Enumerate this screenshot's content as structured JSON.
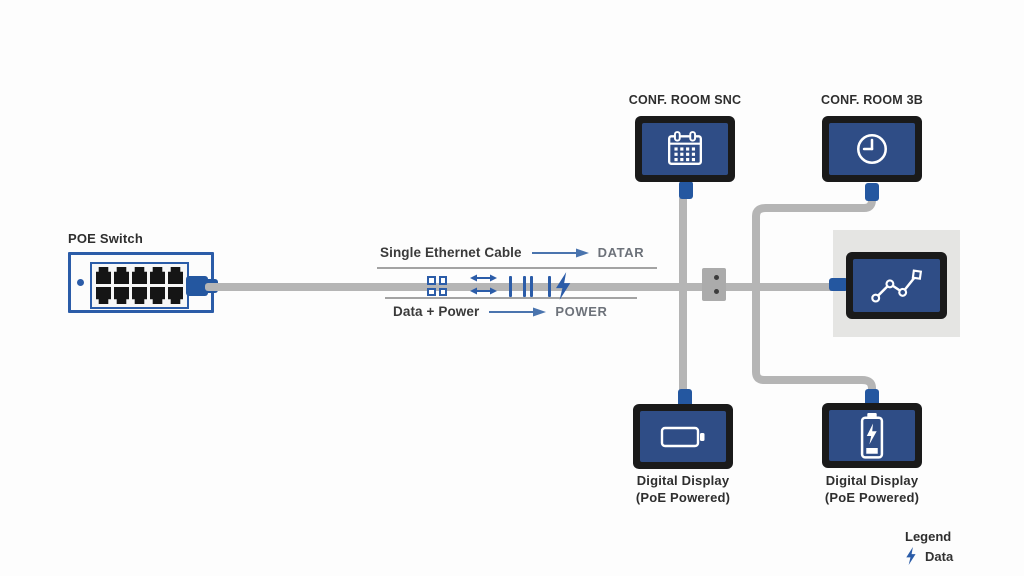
{
  "colors": {
    "background": "#fdfdfd",
    "accent_blue": "#2b5ca8",
    "connector_blue": "#2457a0",
    "arrow_blue": "#4a74ae",
    "cable_gray": "#b5b5b5",
    "screen_blue": "#2f4d86",
    "bezel_black": "#1a1a1a",
    "muted_text": "#6d727a",
    "dark_text": "#333333",
    "highlight_gray": "#e5e5e3"
  },
  "poe_switch": {
    "label": "POE Switch",
    "port_count": 10
  },
  "cable": {
    "top_label": "Single Ethernet Cable",
    "top_value": "DATAR",
    "bottom_label": "Data + Power",
    "bottom_value": "POWER",
    "inline_icons": [
      "data-packets-icon",
      "bidirectional-arrows-icon",
      "signal-bars-icon",
      "lightning-bolt-icon"
    ]
  },
  "displays": {
    "conf_room_snc": {
      "label": "CONF. ROOM SNC",
      "icon": "calendar-icon"
    },
    "conf_room_3b": {
      "label": "CONF. ROOM 3B",
      "icon": "clock-icon"
    },
    "chart": {
      "icon": "trend-chart-icon"
    },
    "bottom_center": {
      "label_line1": "Digital Display",
      "label_line2": "(PoE Powered)",
      "icon": "battery-icon"
    },
    "bottom_right": {
      "label_line1": "Digital Display",
      "label_line2": "(PoE Powered)",
      "icon": "battery-charging-icon"
    }
  },
  "legend": {
    "title": "Legend",
    "items": [
      {
        "icon": "lightning-bolt-icon",
        "label": "Data"
      }
    ]
  }
}
